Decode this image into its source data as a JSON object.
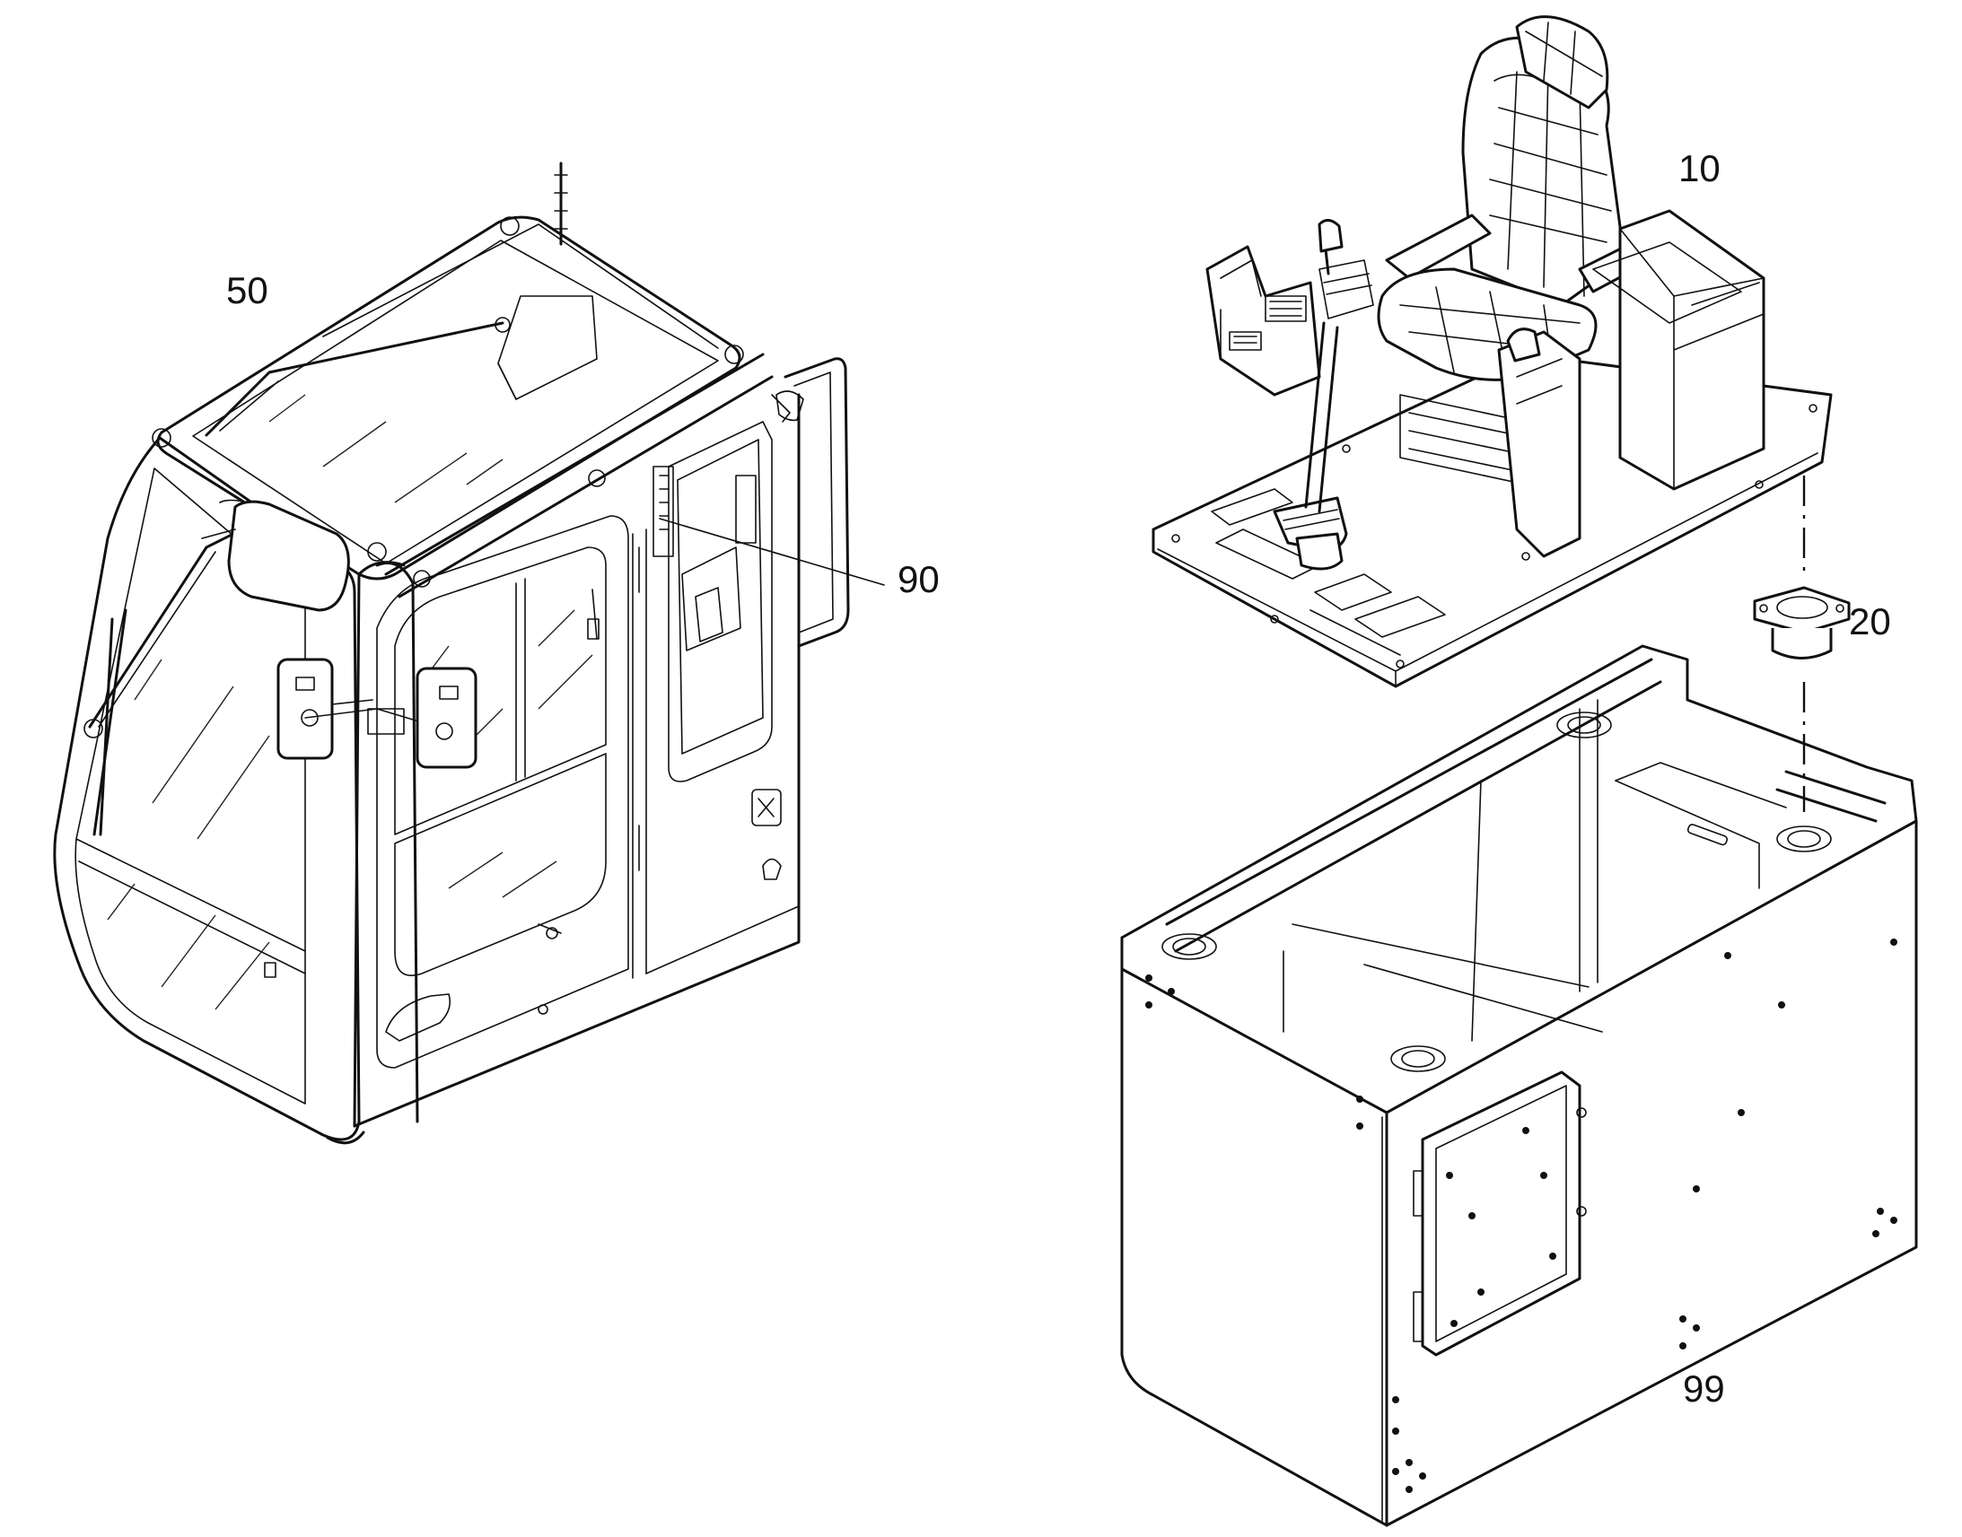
{
  "diagram": {
    "callouts": [
      {
        "id": "c50",
        "label": "50"
      },
      {
        "id": "c90",
        "label": "90"
      },
      {
        "id": "c10",
        "label": "10"
      },
      {
        "id": "c20",
        "label": "20"
      },
      {
        "id": "c99",
        "label": "99"
      }
    ]
  }
}
